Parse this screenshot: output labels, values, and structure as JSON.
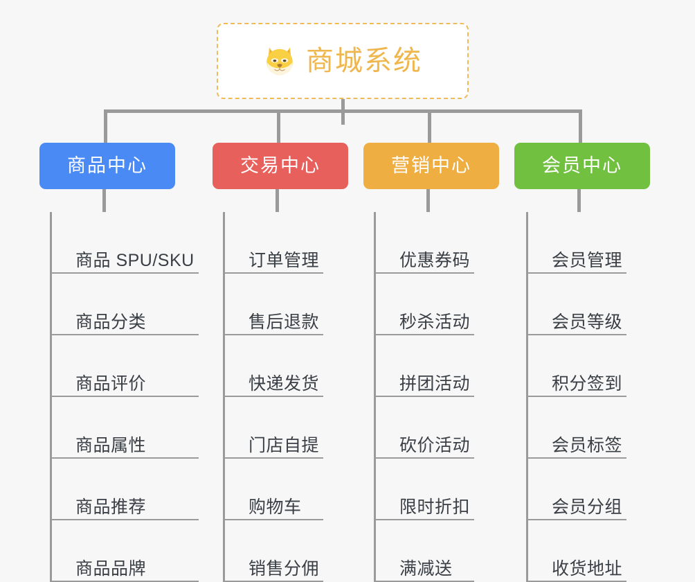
{
  "background_color": "#f7f7f7",
  "root": {
    "title": "商城系统",
    "icon": "shiba-inu-dog-face-emoji",
    "border_color": "#f0b95a",
    "text_color": "#f0b64e"
  },
  "connector_color": "#9a9a9a",
  "branches": [
    {
      "label": "商品中心",
      "color": "#4a8af4",
      "items": [
        "商品 SPU/SKU",
        "商品分类",
        "商品评价",
        "商品属性",
        "商品推荐",
        "商品品牌"
      ]
    },
    {
      "label": "交易中心",
      "color": "#e8605c",
      "items": [
        "订单管理",
        "售后退款",
        "快递发货",
        "门店自提",
        "购物车",
        "销售分佣"
      ]
    },
    {
      "label": "营销中心",
      "color": "#eeae42",
      "items": [
        "优惠券码",
        "秒杀活动",
        "拼团活动",
        "砍价活动",
        "限时折扣",
        "满减送"
      ]
    },
    {
      "label": "会员中心",
      "color": "#72c040",
      "items": [
        "会员管理",
        "会员等级",
        "积分签到",
        "会员标签",
        "会员分组",
        "收货地址"
      ]
    }
  ]
}
